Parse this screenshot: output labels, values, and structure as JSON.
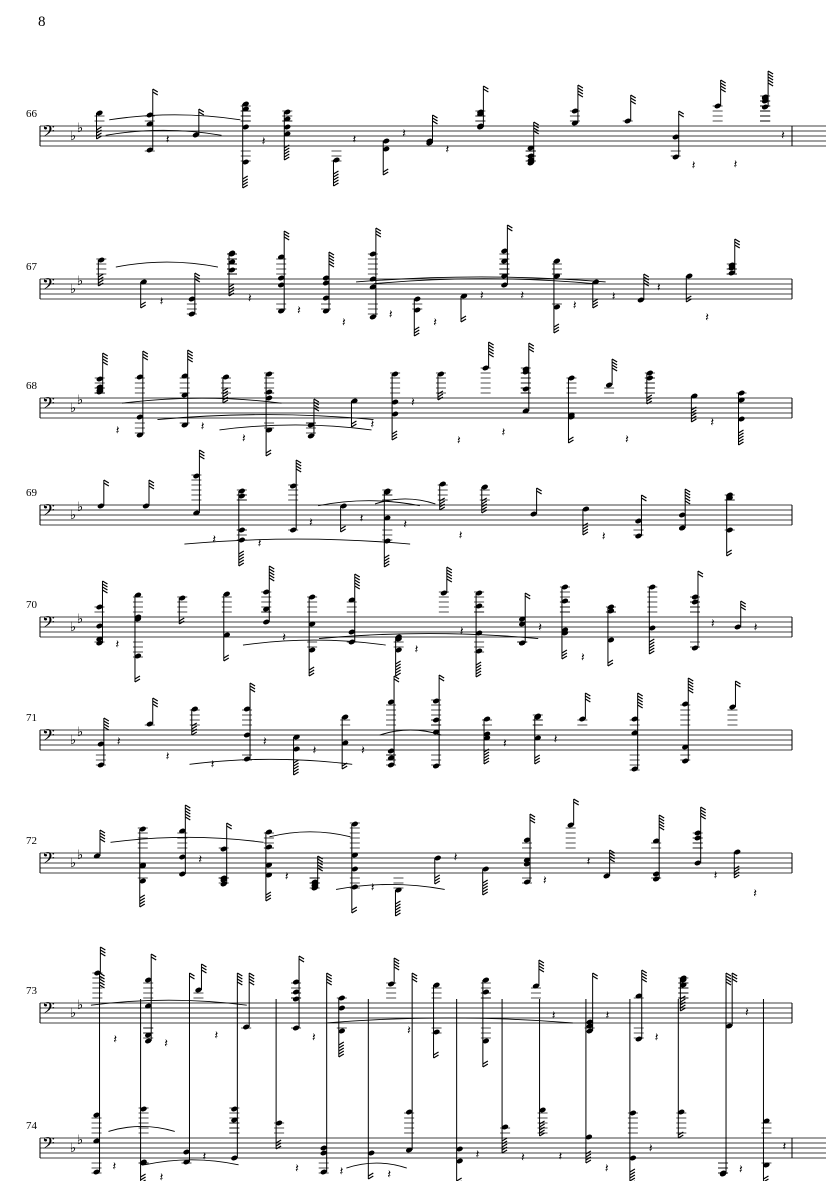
{
  "page": {
    "number": "8"
  },
  "systems": [
    {
      "measure": "66"
    },
    {
      "measure": "67"
    },
    {
      "measure": "68"
    },
    {
      "measure": "69"
    },
    {
      "measure": "70"
    },
    {
      "measure": "71"
    },
    {
      "measure": "72"
    },
    {
      "measure": "73"
    },
    {
      "measure": "74"
    }
  ],
  "notation": {
    "clef": "bass",
    "key_signature": "two flats",
    "icons": [
      "bass-clef-icon",
      "flat-icon"
    ]
  }
}
